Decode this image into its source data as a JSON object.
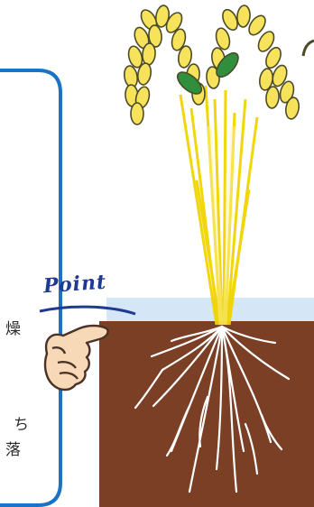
{
  "callout": {
    "point_label": "Point",
    "text_fragments": [
      "燥",
      "ち",
      "落"
    ]
  },
  "colors": {
    "soil": "#7a3f25",
    "water": "#d5e7f7",
    "grain": "#f6e35b",
    "grain_outline": "#4b4b2a",
    "leaf": "#2f8f3c",
    "stem": "#f1d400",
    "root": "#ffffff",
    "panel_border": "#1a73c4",
    "point_text": "#1f3a93",
    "hand_fill": "#f7d9b7",
    "hand_outline": "#4a3226"
  },
  "icons": {
    "hand": "pointing-hand-icon",
    "panicle_left": "rice-panicle-left",
    "panicle_right": "rice-panicle-right"
  }
}
